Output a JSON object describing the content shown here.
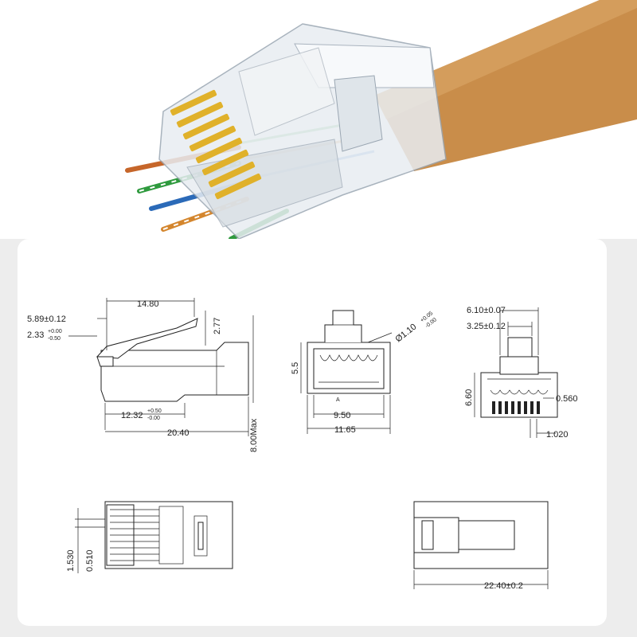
{
  "photo": {
    "cable_color": "#c98d4a",
    "contact_color": "#e0b12a"
  },
  "side_view": {
    "top_length": "14.80",
    "latch_offset": "5.89±0.12",
    "latch_height_main": "2.33",
    "latch_height_tol_upper": "+0.00",
    "latch_height_tol_lower": "-0.50",
    "latch_rise": "2.77",
    "bottom_length_main": "12.32",
    "bottom_length_tol_upper": "+0.50",
    "bottom_length_tol_lower": "-0.00",
    "total_length": "20.40",
    "max_height": "8.00Max"
  },
  "front_view": {
    "height": "5.5",
    "hole_dia_main": "Ø1.10",
    "hole_dia_tol_upper": "+0.05",
    "hole_dia_tol_lower": "-0.00",
    "datum": "A",
    "inner_width": "9.50",
    "outer_width": "11.65"
  },
  "end_view": {
    "outer_width": "6.10±0.07",
    "inner_width": "3.25±0.12",
    "height": "6.60",
    "contact_pitch_gap": "0.560",
    "contact_pitch": "1.020"
  },
  "bottom_view": {
    "offset_a": "1.530",
    "offset_b": "0.510"
  },
  "top_view": {
    "total_length": "22.40±0.2"
  }
}
